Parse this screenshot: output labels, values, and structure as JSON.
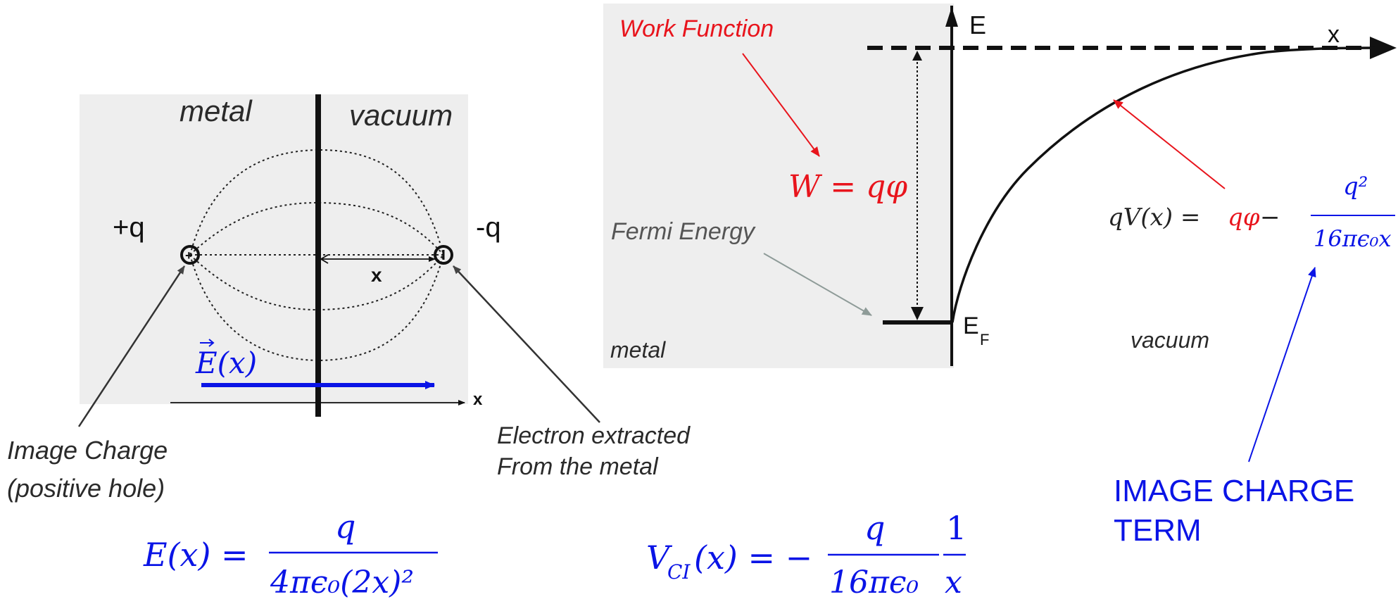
{
  "left_diagram": {
    "region_metal": "metal",
    "region_vacuum": "vacuum",
    "plus_charge_label": "+q",
    "minus_charge_label": "-q",
    "plus_sign": "+",
    "minus_sign": "−",
    "x_marker": "x",
    "field_label": "E(x)",
    "image_charge_line1": "Image Charge",
    "image_charge_line2": "(positive hole)",
    "electron_line1": "Electron extracted",
    "electron_line2": "From the metal",
    "field_color": "#0a14e6"
  },
  "right_diagram": {
    "energy_axis_label": "E",
    "x_axis_label": "x",
    "work_function_label": "Work Function",
    "work_eq": "W = qφ",
    "fermi_energy_label": "Fermi Energy",
    "ef_label": "E",
    "ef_sub": "F",
    "region_metal": "metal",
    "region_vacuum": "vacuum",
    "potential_lhs": "qV(x) = ",
    "potential_qphi": "qφ",
    "potential_minus": " − ",
    "potential_num": "q²",
    "potential_den": "16πϵ₀x",
    "image_term_line1": "IMAGE CHARGE",
    "image_term_line2": "TERM",
    "red_color": "#e8141c",
    "blue_color": "#0a14e6"
  },
  "equations": {
    "e_field_lhs": "E(x) = ",
    "e_field_num": "q",
    "e_field_den": "4πϵ₀(2x)²",
    "vci_lhs": "V",
    "vci_sub": "CI",
    "vci_rest": "(x) = −",
    "vci_num": "q",
    "vci_den": "16πϵ₀",
    "vci_frac2_num": "1",
    "vci_frac2_den": "x"
  }
}
